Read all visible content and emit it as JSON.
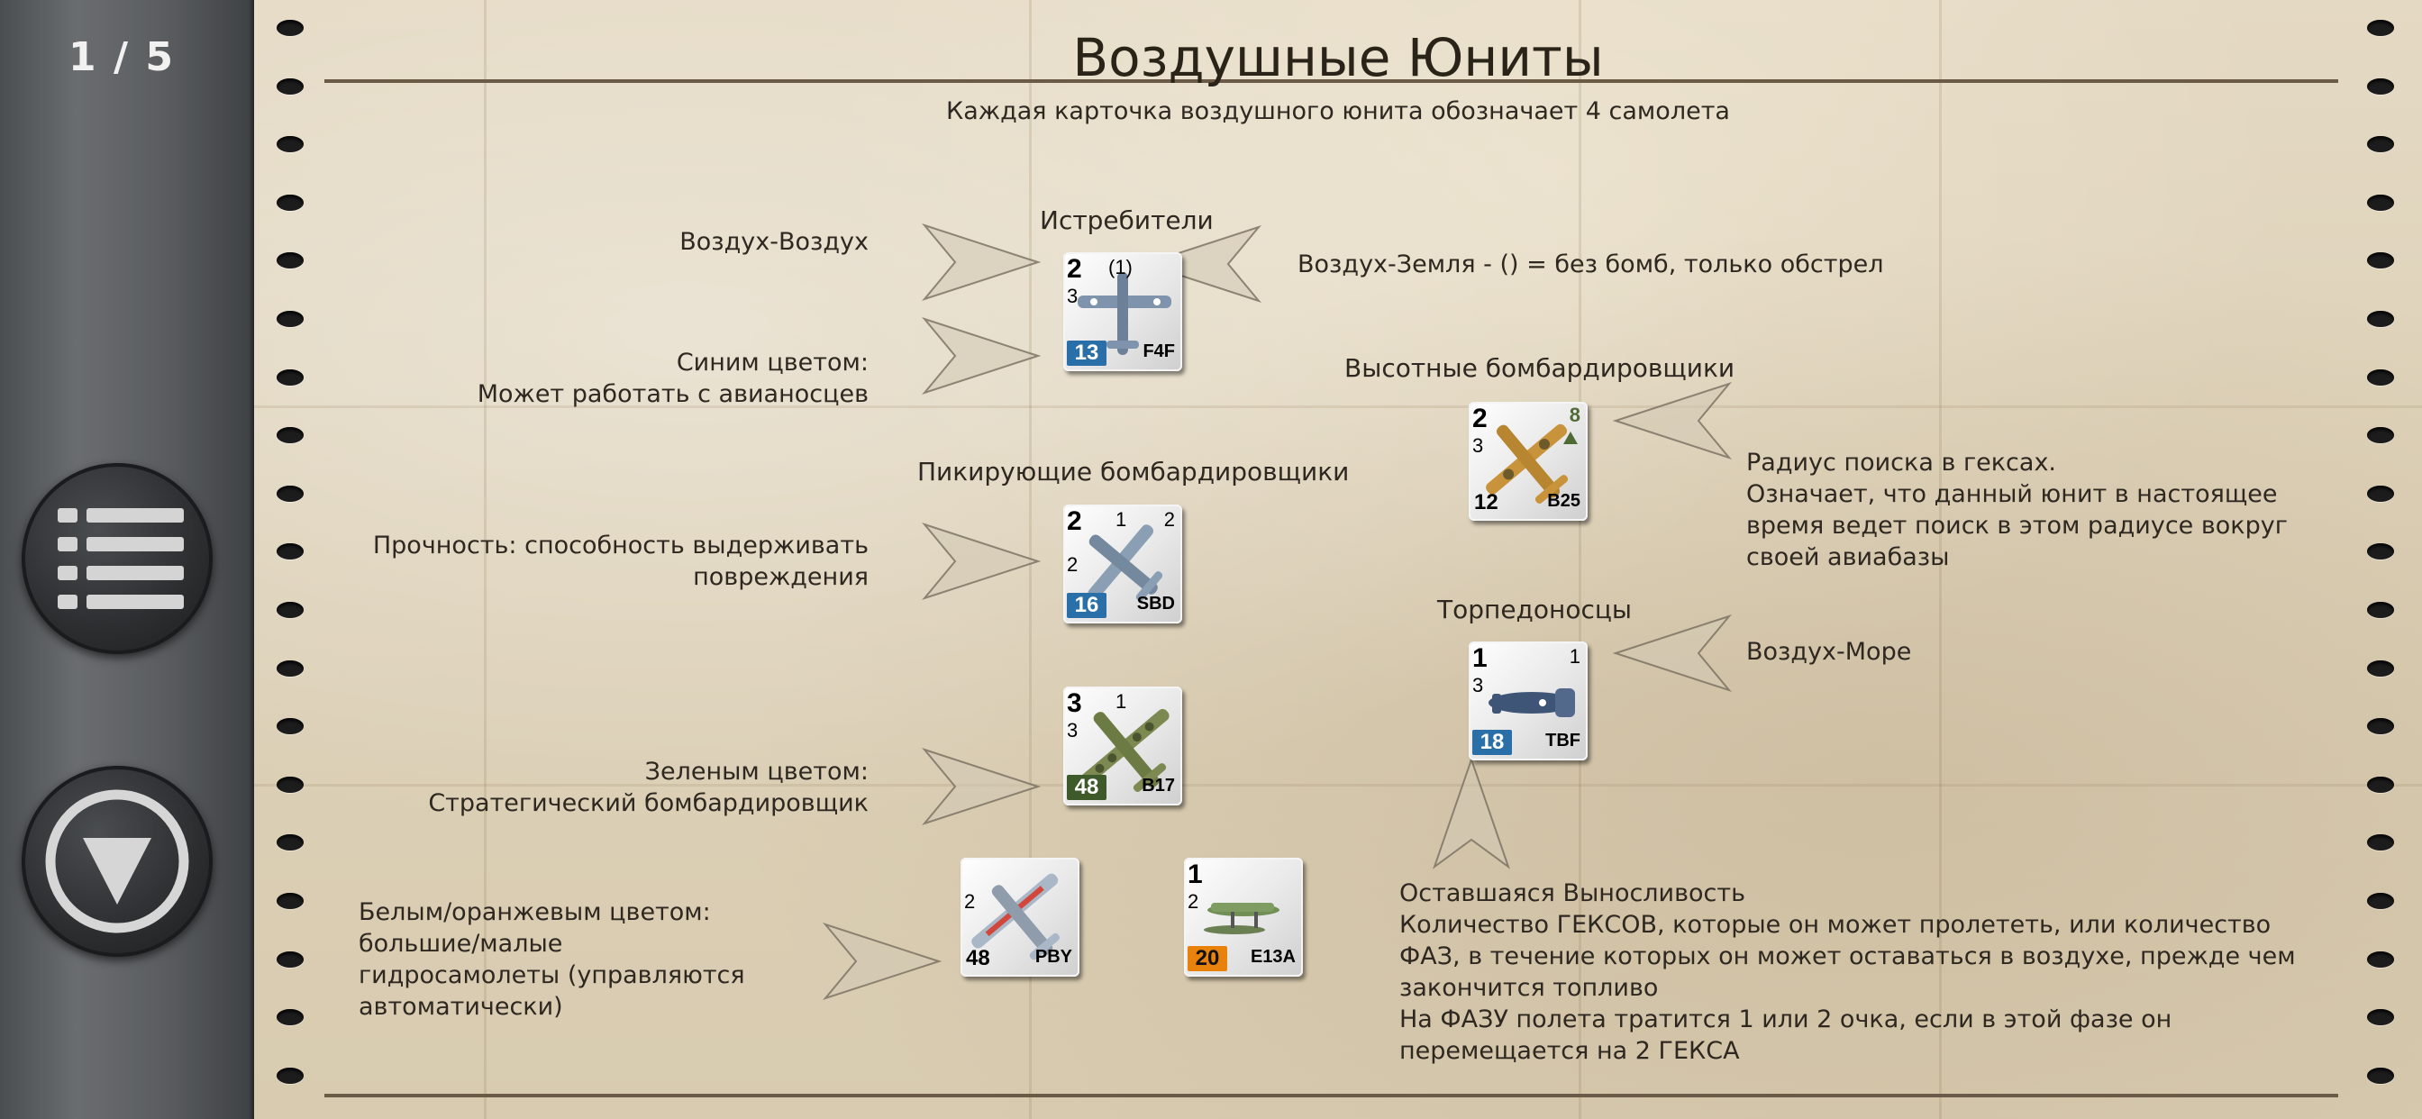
{
  "page_counter": "1 / 5",
  "sidebar": {
    "menu_icon": "list-icon",
    "down_icon": "chevron-down-circle-icon"
  },
  "title": "Воздушные Юниты",
  "subtitle": "Каждая карточка воздушного юнита обозначает 4 самолета",
  "labels": {
    "fighters": "Истребители",
    "high_bombers": "Высотные бомбардировщики",
    "dive_bombers": "Пикирующие бомбардировщики",
    "torpedo": "Торпедоносцы"
  },
  "notes": {
    "air_air": "Воздух-Воздух",
    "blue_1": "Синим цветом:",
    "blue_2": "Может работать с авианосцев",
    "air_ground": "Воздух-Земля - () = без бомб, только обстрел",
    "durability_1": "Прочность: способность выдерживать",
    "durability_2": "повреждения",
    "search_1": "Радиус поиска в гексах.",
    "search_2": "Означает, что данный юнит в настоящее",
    "search_3": "время ведет поиск в этом радиусе вокруг",
    "search_4": "своей авиабазы",
    "air_sea": "Воздух-Море",
    "green_1": "Зеленым цветом:",
    "green_2": "Стратегический бомбардировщик",
    "white_1": "Белым/оранжевым цветом:",
    "white_2": "большие/малые",
    "white_3": "гидросамолеты (управляются",
    "white_4": "автоматически)",
    "endurance_1": "Оставшаяся Выносливость",
    "endurance_2": "Количество ГЕКСОВ, которые он может пролететь, или количество",
    "endurance_3": "ФАЗ, в течение которых он может оставаться в воздухе, прежде чем",
    "endurance_4": "закончится топливо",
    "endurance_5": "На ФАЗУ полета тратится 1 или 2 очка, если в этой фазе он",
    "endurance_6": "перемещается на 2 ГЕКСА"
  },
  "counters": {
    "f4f": {
      "air": "2",
      "ground": "(1)",
      "durability": "3",
      "endurance": "13",
      "name": "F4F",
      "badge_color": "#2a6fa8"
    },
    "b25": {
      "air": "2",
      "search": "8",
      "durability": "3",
      "endurance": "12",
      "name": "B25"
    },
    "sbd": {
      "air": "2",
      "ground": "1",
      "sea": "2",
      "durability": "2",
      "endurance": "16",
      "name": "SBD",
      "badge_color": "#2a6fa8"
    },
    "tbf": {
      "air": "1",
      "sea": "1",
      "durability": "3",
      "endurance": "18",
      "name": "TBF",
      "badge_color": "#2a6fa8"
    },
    "b17": {
      "air": "3",
      "ground": "1",
      "durability": "3",
      "endurance": "48",
      "name": "B17",
      "badge_color": "#3f5a2a"
    },
    "pby": {
      "durability": "2",
      "endurance": "48",
      "name": "PBY"
    },
    "e13a": {
      "air": "1",
      "durability": "2",
      "endurance": "20",
      "name": "E13A",
      "badge_color": "#e8820c"
    }
  }
}
